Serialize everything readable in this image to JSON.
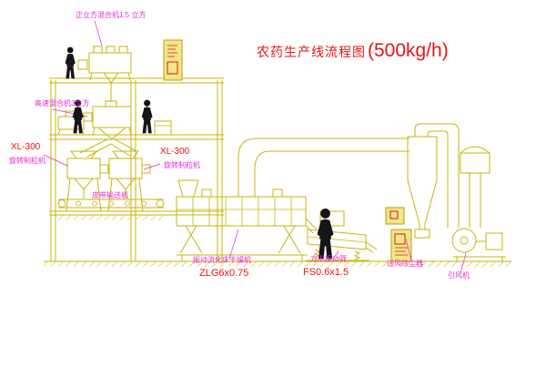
{
  "title": {
    "text": "农药生产线流程图",
    "capacity": "(500kg/h)"
  },
  "labels": {
    "top_mixer": "正立方混合机1.5 立方",
    "mid_mixer": "高速混合机3立方",
    "granulator_left_model": "XL-300",
    "granulator_left_name": "旋转制粒机",
    "granulator_right_model": "XL-300",
    "granulator_right_name": "旋转制粒机",
    "belt_conveyor": "皮带输送机",
    "dryer_name": "振动流化床干燥机",
    "dryer_model": "ZLG6x0.75",
    "screen_name": "方形振动筛",
    "screen_model": "FS0.6x1.5",
    "dust_collector": "送风除尘器",
    "fan": "引风机"
  },
  "colors": {
    "line_yellow": "#c8b609",
    "label_magenta": "#e82bd0",
    "label_red": "#e81414",
    "figure_black": "#151515",
    "cabinet_fill": "#f0e68a",
    "background": "#ffffff"
  }
}
